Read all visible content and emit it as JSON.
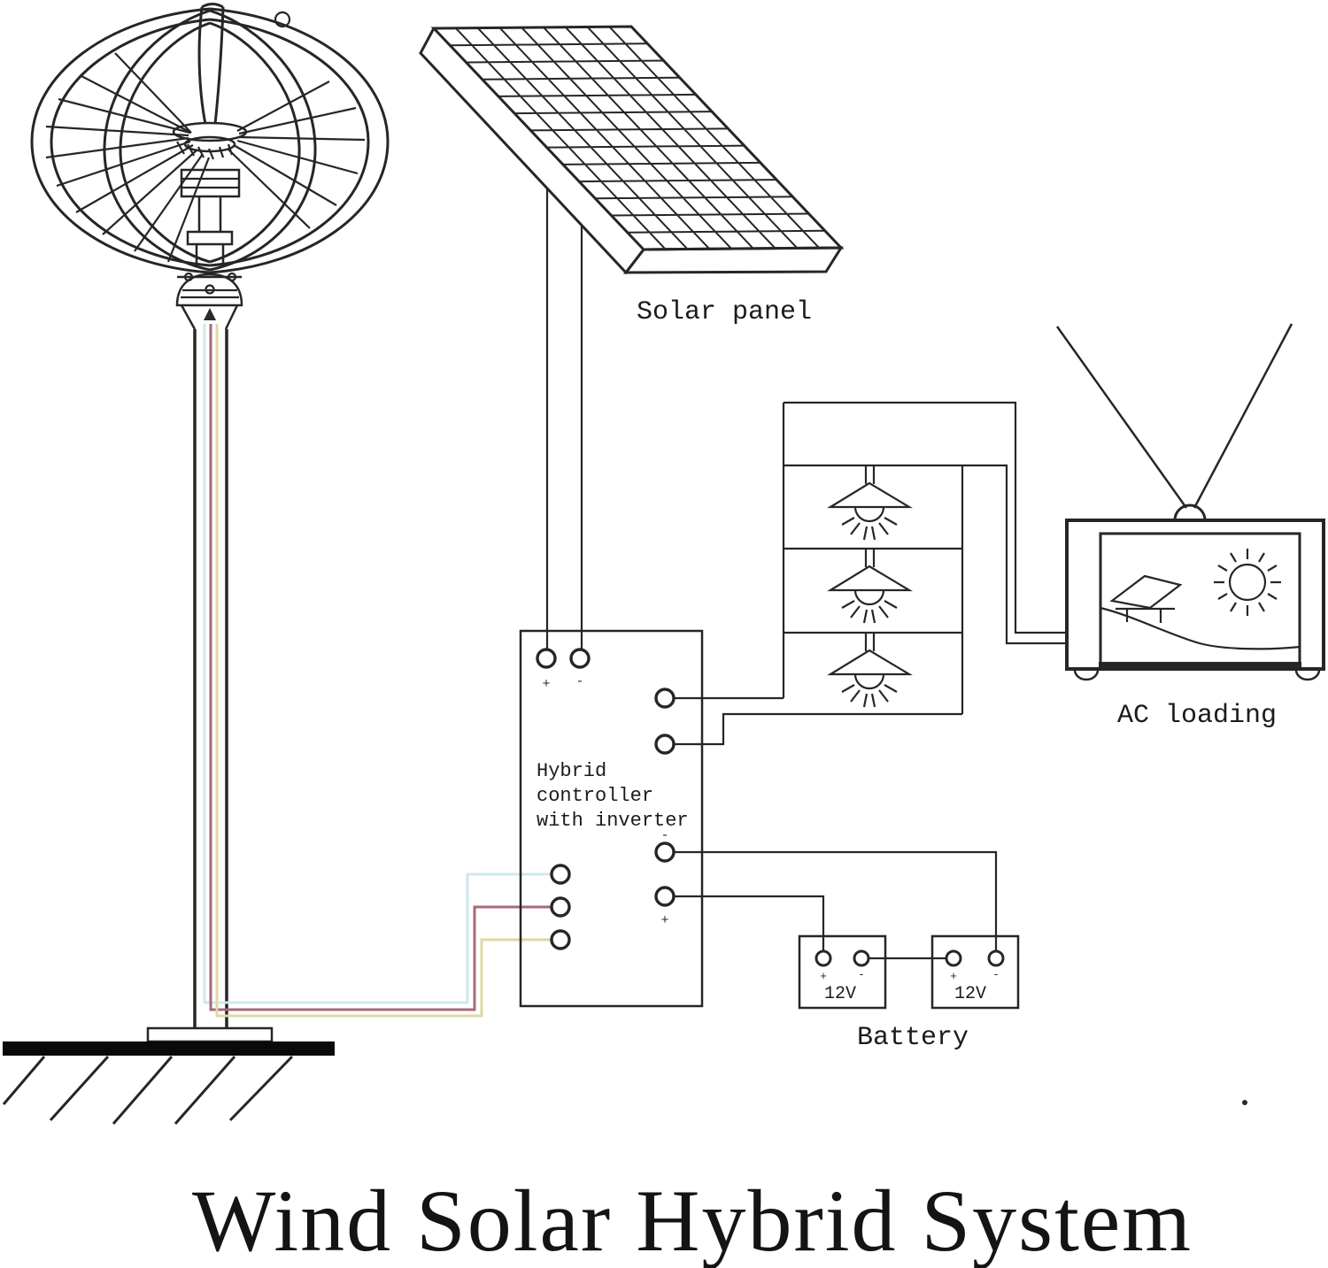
{
  "title": "Wind Solar Hybrid System",
  "labels": {
    "solar_panel": "Solar panel",
    "ac_loading": "AC loading",
    "battery": "Battery",
    "controller": {
      "line1": "Hybrid",
      "line2": "controller",
      "line3": "with inverter"
    },
    "battery1_voltage": "12V",
    "battery2_voltage": "12V",
    "plus": "+",
    "minus": "-"
  },
  "colors": {
    "line": "#262626",
    "text": "#1b1b1b",
    "wire_blue": "#cfe9ec",
    "wire_red": "#a8697a",
    "wire_yellow": "#ddd9a6",
    "ground_fill": "#0a0a0a"
  }
}
